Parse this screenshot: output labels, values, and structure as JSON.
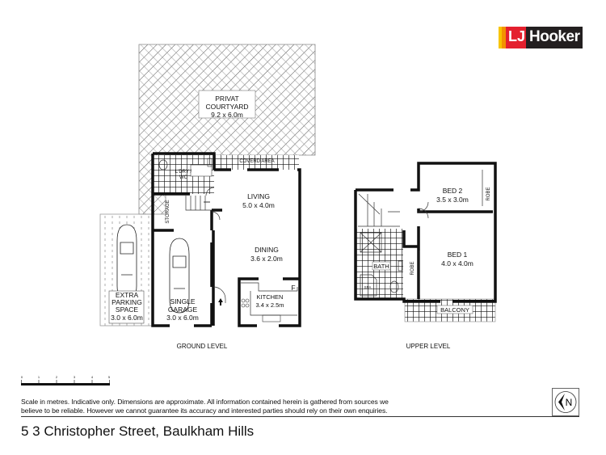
{
  "logo": {
    "brand_lj": "LJ",
    "brand_name": "Hooker",
    "colors": {
      "red": "#e4202e",
      "orange": "#f39200",
      "yellow": "#f7c400",
      "dark": "#231f20"
    }
  },
  "ground_level": {
    "label": "GROUND LEVEL",
    "rooms": {
      "courtyard": {
        "name1": "PRIVAT",
        "name2": "COURTYARD",
        "size": "9.2 x 6.0m"
      },
      "covered": {
        "name": "COVERD AREA"
      },
      "laundry": {
        "name1": "L'DRY /",
        "name2": "WC"
      },
      "storage": {
        "name": "STORAGE"
      },
      "living": {
        "name": "LIVING",
        "size": "5.0 x 4.0m"
      },
      "dining": {
        "name": "DINING",
        "size": "3.6 x 2.0m"
      },
      "kitchen": {
        "name": "KITCHEN",
        "size": "3.4 x 2.5m",
        "fridge": "F"
      },
      "garage": {
        "name1": "SINGLE",
        "name2": "GARAGE",
        "size": "3.0 x 6.0m"
      },
      "parking": {
        "name1": "EXTRA",
        "name2": "PARKING",
        "name3": "SPACE",
        "size": "3.0 x 6.0m"
      }
    }
  },
  "upper_level": {
    "label": "UPPER LEVEL",
    "rooms": {
      "bed2": {
        "name": "BED 2",
        "size": "3.5 x 3.0m",
        "robe": "ROBE"
      },
      "bed1": {
        "name": "BED 1",
        "size": "4.0 x 4.0m",
        "robe": "ROBE"
      },
      "bath": {
        "name": "BATH",
        "spa": "SPA"
      },
      "balcony": {
        "name": "BALCONY"
      }
    }
  },
  "scale": {
    "ticks": [
      "0",
      "1",
      "2",
      "3",
      "4",
      "5"
    ],
    "unit": "metres"
  },
  "disclaimer": {
    "line1": "Scale in metres. Indicative only. Dimensions are approximate. All information contained herein is gathered from sources we",
    "line2": "believe to be reliable. However we cannot guarantee its accuracy and interested parties should rely on their own enquiries."
  },
  "address": "5 3 Christopher Street, Baulkham Hills",
  "north": {
    "label": "N",
    "icon": "north-arrow-icon"
  }
}
